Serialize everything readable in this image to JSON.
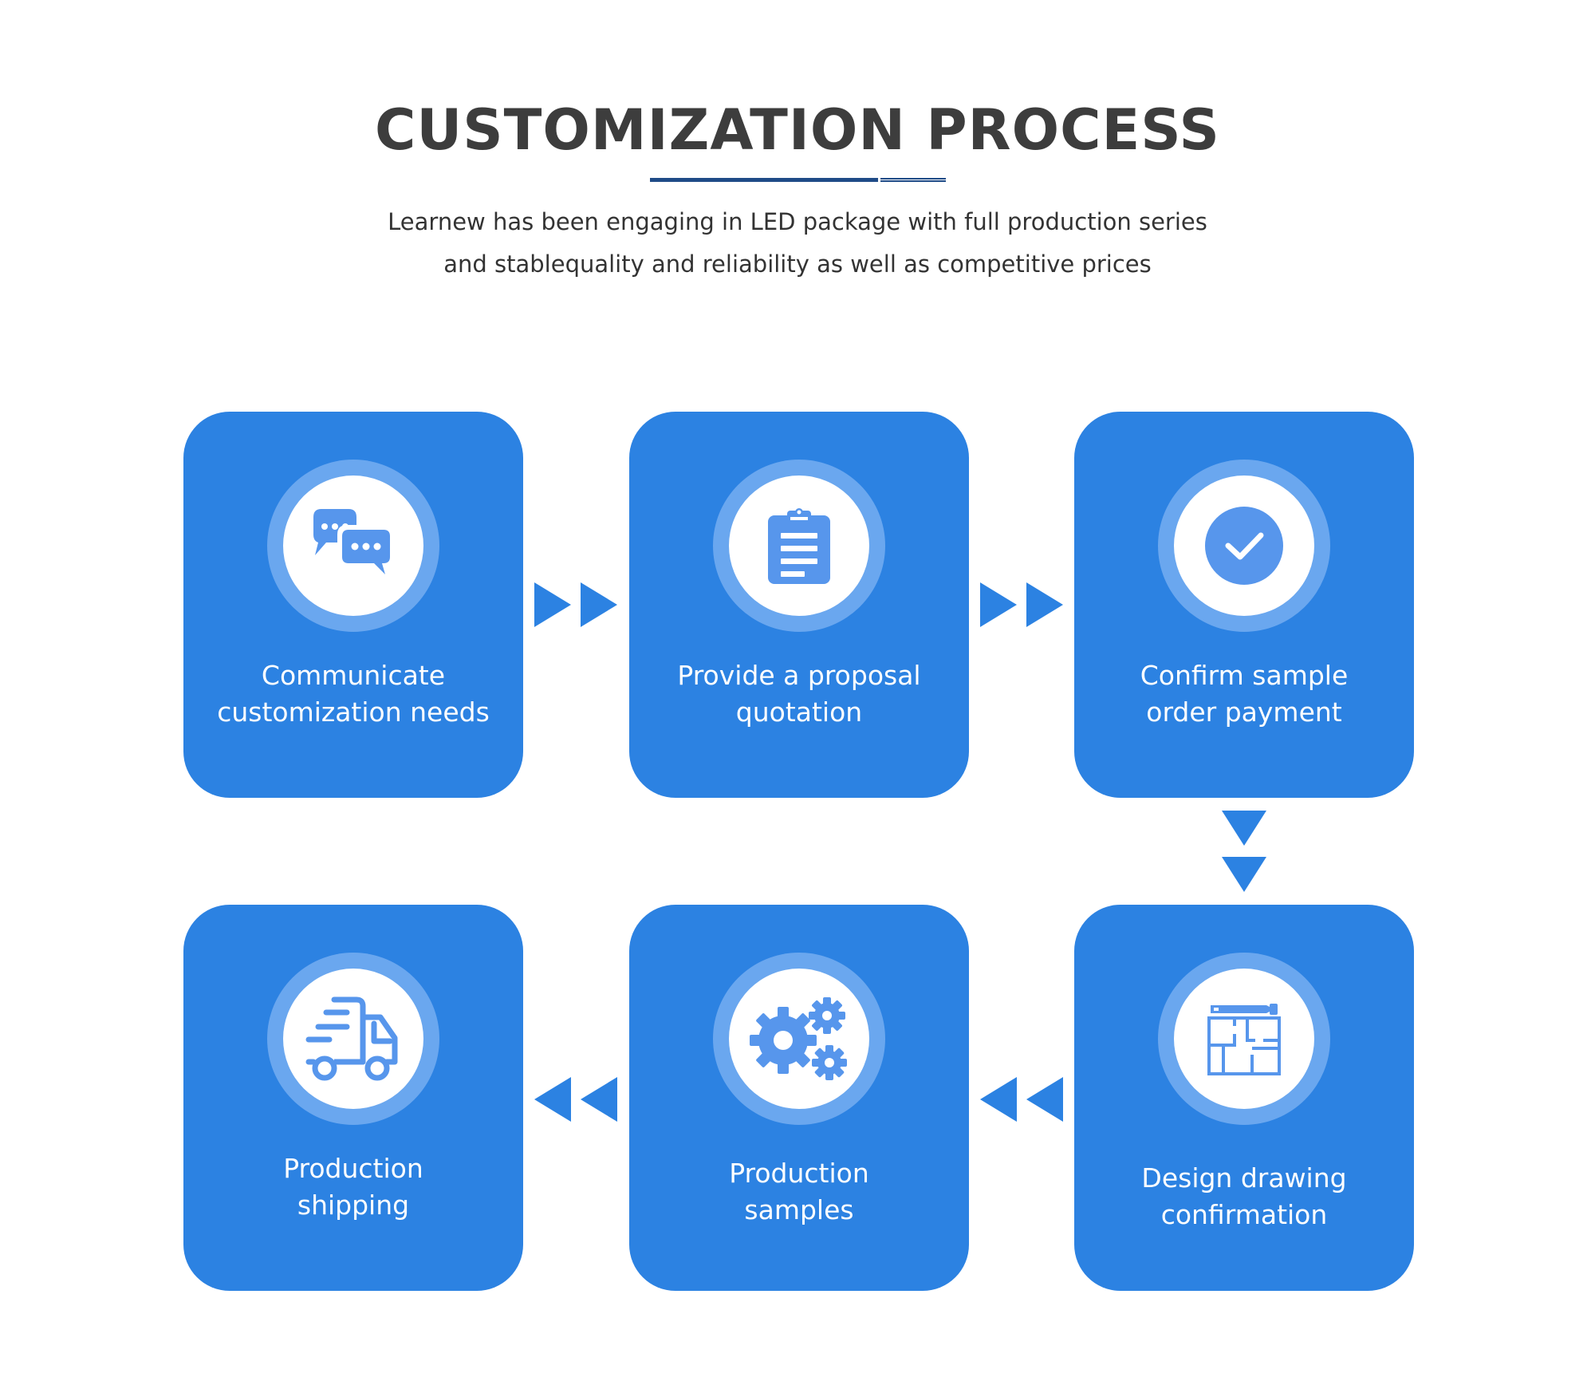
{
  "header": {
    "title": "CUSTOMIZATION PROCESS",
    "subtitle_lines": [
      "Learnew has been engaging in LED package with full production series",
      "and stablequality and reliability as well as competitive prices"
    ]
  },
  "steps": [
    {
      "lines": [
        "Communicate",
        "customization needs"
      ],
      "icon": "chat-bubbles-icon"
    },
    {
      "lines": [
        "Provide a proposal",
        "quotation"
      ],
      "icon": "clipboard-icon"
    },
    {
      "lines": [
        "Confirm sample",
        "order payment"
      ],
      "icon": "check-circle-icon"
    },
    {
      "lines": [
        "Design drawing",
        "confirmation"
      ],
      "icon": "floor-plan-icon"
    },
    {
      "lines": [
        "Production",
        "samples"
      ],
      "icon": "gears-icon"
    },
    {
      "lines": [
        "Production",
        "shipping"
      ],
      "icon": "delivery-truck-icon"
    }
  ],
  "colors": {
    "card": "#2c82e2",
    "ring": "#6aa7ef",
    "icon": "#5796ec",
    "title": "#3d3d3d",
    "rule": "#1f4b87"
  }
}
